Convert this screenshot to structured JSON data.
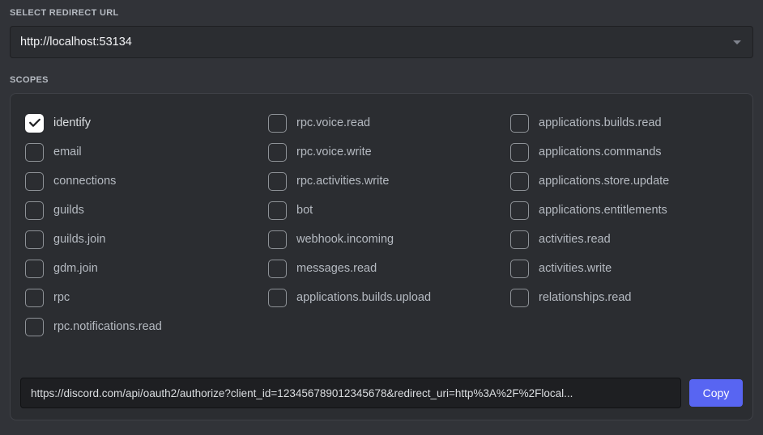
{
  "colors": {
    "background": "#313338",
    "panel": "#2b2d31",
    "panel_border": "#3f4147",
    "input_dark": "#1e1f22",
    "brand_blurple": "#5865f2",
    "label_text": "#b5bac1",
    "value_text": "#f2f3f5",
    "checkbox_border": "#8e9297",
    "checkbox_checked_fill": "#ffffff"
  },
  "redirect": {
    "label": "SELECT REDIRECT URL",
    "selected_value": "http://localhost:53134",
    "caret_icon": "chevron-down-icon"
  },
  "scopes": {
    "label": "SCOPES",
    "columns": [
      [
        {
          "name": "identify",
          "checked": true
        },
        {
          "name": "email",
          "checked": false
        },
        {
          "name": "connections",
          "checked": false
        },
        {
          "name": "guilds",
          "checked": false
        },
        {
          "name": "guilds.join",
          "checked": false
        },
        {
          "name": "gdm.join",
          "checked": false
        },
        {
          "name": "rpc",
          "checked": false
        },
        {
          "name": "rpc.notifications.read",
          "checked": false
        }
      ],
      [
        {
          "name": "rpc.voice.read",
          "checked": false
        },
        {
          "name": "rpc.voice.write",
          "checked": false
        },
        {
          "name": "rpc.activities.write",
          "checked": false
        },
        {
          "name": "bot",
          "checked": false
        },
        {
          "name": "webhook.incoming",
          "checked": false
        },
        {
          "name": "messages.read",
          "checked": false
        },
        {
          "name": "applications.builds.upload",
          "checked": false
        },
        {
          "name": "",
          "checked": false,
          "empty": true
        }
      ],
      [
        {
          "name": "applications.builds.read",
          "checked": false
        },
        {
          "name": "applications.commands",
          "checked": false
        },
        {
          "name": "applications.store.update",
          "checked": false
        },
        {
          "name": "applications.entitlements",
          "checked": false
        },
        {
          "name": "activities.read",
          "checked": false
        },
        {
          "name": "activities.write",
          "checked": false
        },
        {
          "name": "relationships.read",
          "checked": false
        },
        {
          "name": "",
          "checked": false,
          "empty": true
        }
      ]
    ]
  },
  "generated_url": {
    "value": "https://discord.com/api/oauth2/authorize?client_id=123456789012345678&redirect_uri=http%3A%2F%2Flocal...",
    "copy_label": "Copy"
  }
}
